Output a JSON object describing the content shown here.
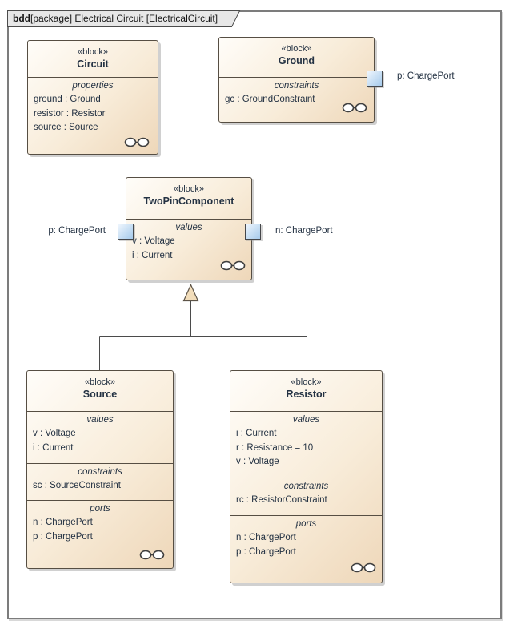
{
  "frame": {
    "keyword": "bdd",
    "title_rest": "[package] Electrical Circuit [ElectricalCircuit]"
  },
  "blocks": {
    "circuit": {
      "stereotype": "«block»",
      "name": "Circuit",
      "compartments": [
        {
          "label": "properties",
          "items": [
            "ground : Ground",
            "resistor : Resistor",
            "source : Source"
          ]
        }
      ]
    },
    "ground": {
      "stereotype": "«block»",
      "name": "Ground",
      "compartments": [
        {
          "label": "constraints",
          "items": [
            "gc : GroundConstraint"
          ]
        }
      ],
      "port": {
        "label": "p: ChargePort"
      }
    },
    "twoPinComponent": {
      "stereotype": "«block»",
      "name": "TwoPinComponent",
      "compartments": [
        {
          "label": "values",
          "items": [
            "v : Voltage",
            "i : Current"
          ]
        }
      ],
      "port_left": {
        "label": "p: ChargePort"
      },
      "port_right": {
        "label": "n: ChargePort"
      }
    },
    "source": {
      "stereotype": "«block»",
      "name": "Source",
      "compartments": [
        {
          "label": "values",
          "items": [
            "v : Voltage",
            "i : Current"
          ]
        },
        {
          "label": "constraints",
          "items": [
            "sc : SourceConstraint"
          ]
        },
        {
          "label": "ports",
          "items": [
            "n : ChargePort",
            "p : ChargePort"
          ]
        }
      ]
    },
    "resistor": {
      "stereotype": "«block»",
      "name": "Resistor",
      "compartments": [
        {
          "label": "values",
          "items": [
            "i : Current",
            "r : Resistance = 10",
            "v : Voltage"
          ]
        },
        {
          "label": "constraints",
          "items": [
            "rc : ResistorConstraint"
          ]
        },
        {
          "label": "ports",
          "items": [
            "n : ChargePort",
            "p : ChargePort"
          ]
        }
      ]
    }
  },
  "colors": {
    "block_fill_light": "#fffdf9",
    "block_fill_dark": "#eed7b9",
    "block_border": "#564e43",
    "port_fill_light": "#eef5fd",
    "port_fill_dark": "#a6caeb",
    "port_border": "#45474a",
    "connector": "#4b4b4b",
    "triangle_fill": "#f2ddba",
    "frame_border": "#7c7c7c",
    "tab_fill": "#e7e7e7",
    "text": "#243243"
  }
}
